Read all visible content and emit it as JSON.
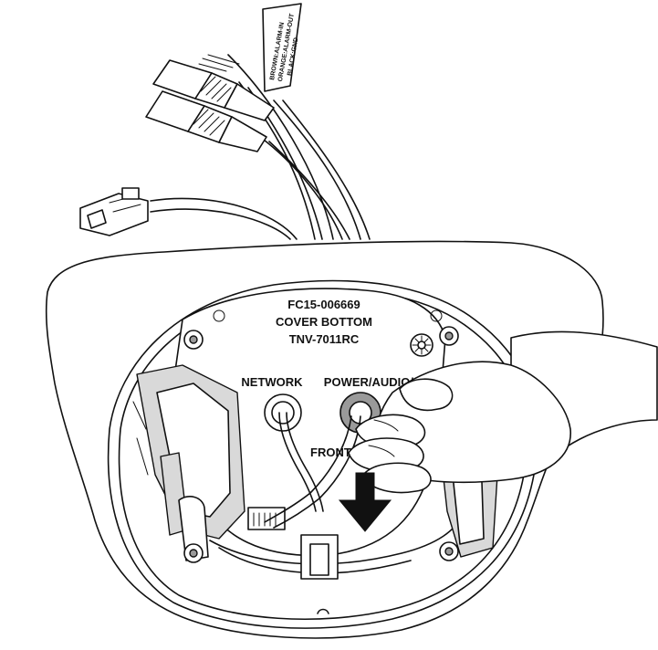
{
  "labels": {
    "part_number": "FC15-006669",
    "part_name": "COVER BOTTOM",
    "model": "TNV-7011RC",
    "network_port": "NETWORK",
    "power_port": "POWER/AUDIO/ALM",
    "front_mark": "FRONT",
    "wire_tag_1": "BROWN:ALARM-IN",
    "wire_tag_2": "ORANGE:ALARM-OUT",
    "wire_tag_3": "BLACK:GND"
  },
  "arrow_direction": "down"
}
